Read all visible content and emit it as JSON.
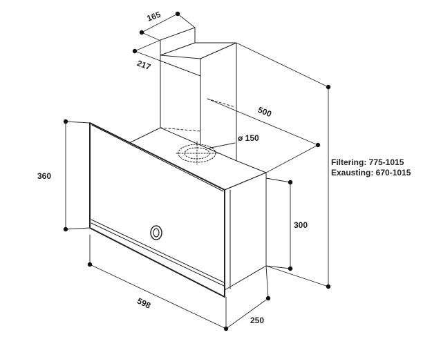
{
  "dimensions": {
    "chimney_depth": "165",
    "chimney_width": "217",
    "hood_depth_top": "500",
    "duct_diameter": "ø 150",
    "glass_height": "360",
    "body_height": "300",
    "hood_width": "598",
    "hood_depth_bottom": "250"
  },
  "notes": {
    "filtering": "Filtering: 775-1015",
    "exhausting": "Exausting: 670-1015"
  }
}
